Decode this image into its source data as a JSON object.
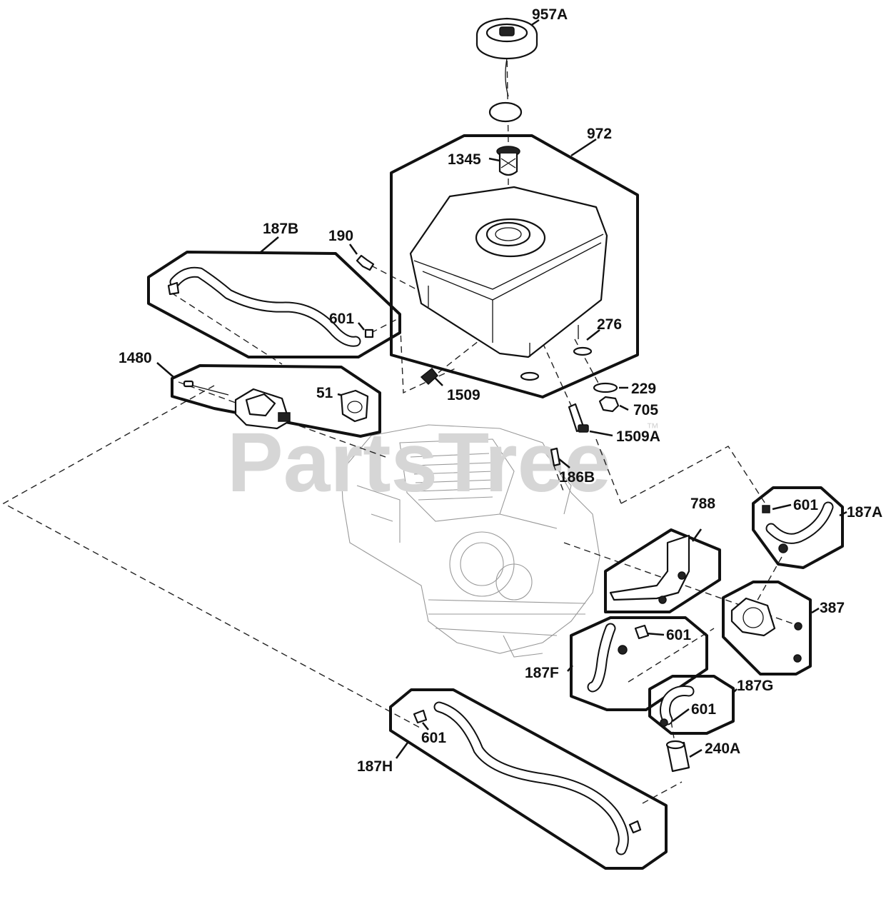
{
  "diagram": {
    "watermark": "PartsTree",
    "watermark_tm": "™",
    "callouts": {
      "p957A": "957A",
      "p972": "972",
      "p1345": "1345",
      "p187B": "187B",
      "p190": "190",
      "p601_tl": "601",
      "p276": "276",
      "p1480": "1480",
      "p51": "51",
      "p1509": "1509",
      "p229": "229",
      "p705": "705",
      "p1509A": "1509A",
      "p186B": "186B",
      "p788": "788",
      "p601_r": "601",
      "p187A": "187A",
      "p387": "387",
      "p601_m": "601",
      "p187F": "187F",
      "p187G": "187G",
      "p601_g": "601",
      "p240A": "240A",
      "p601_b": "601",
      "p187H": "187H"
    }
  }
}
